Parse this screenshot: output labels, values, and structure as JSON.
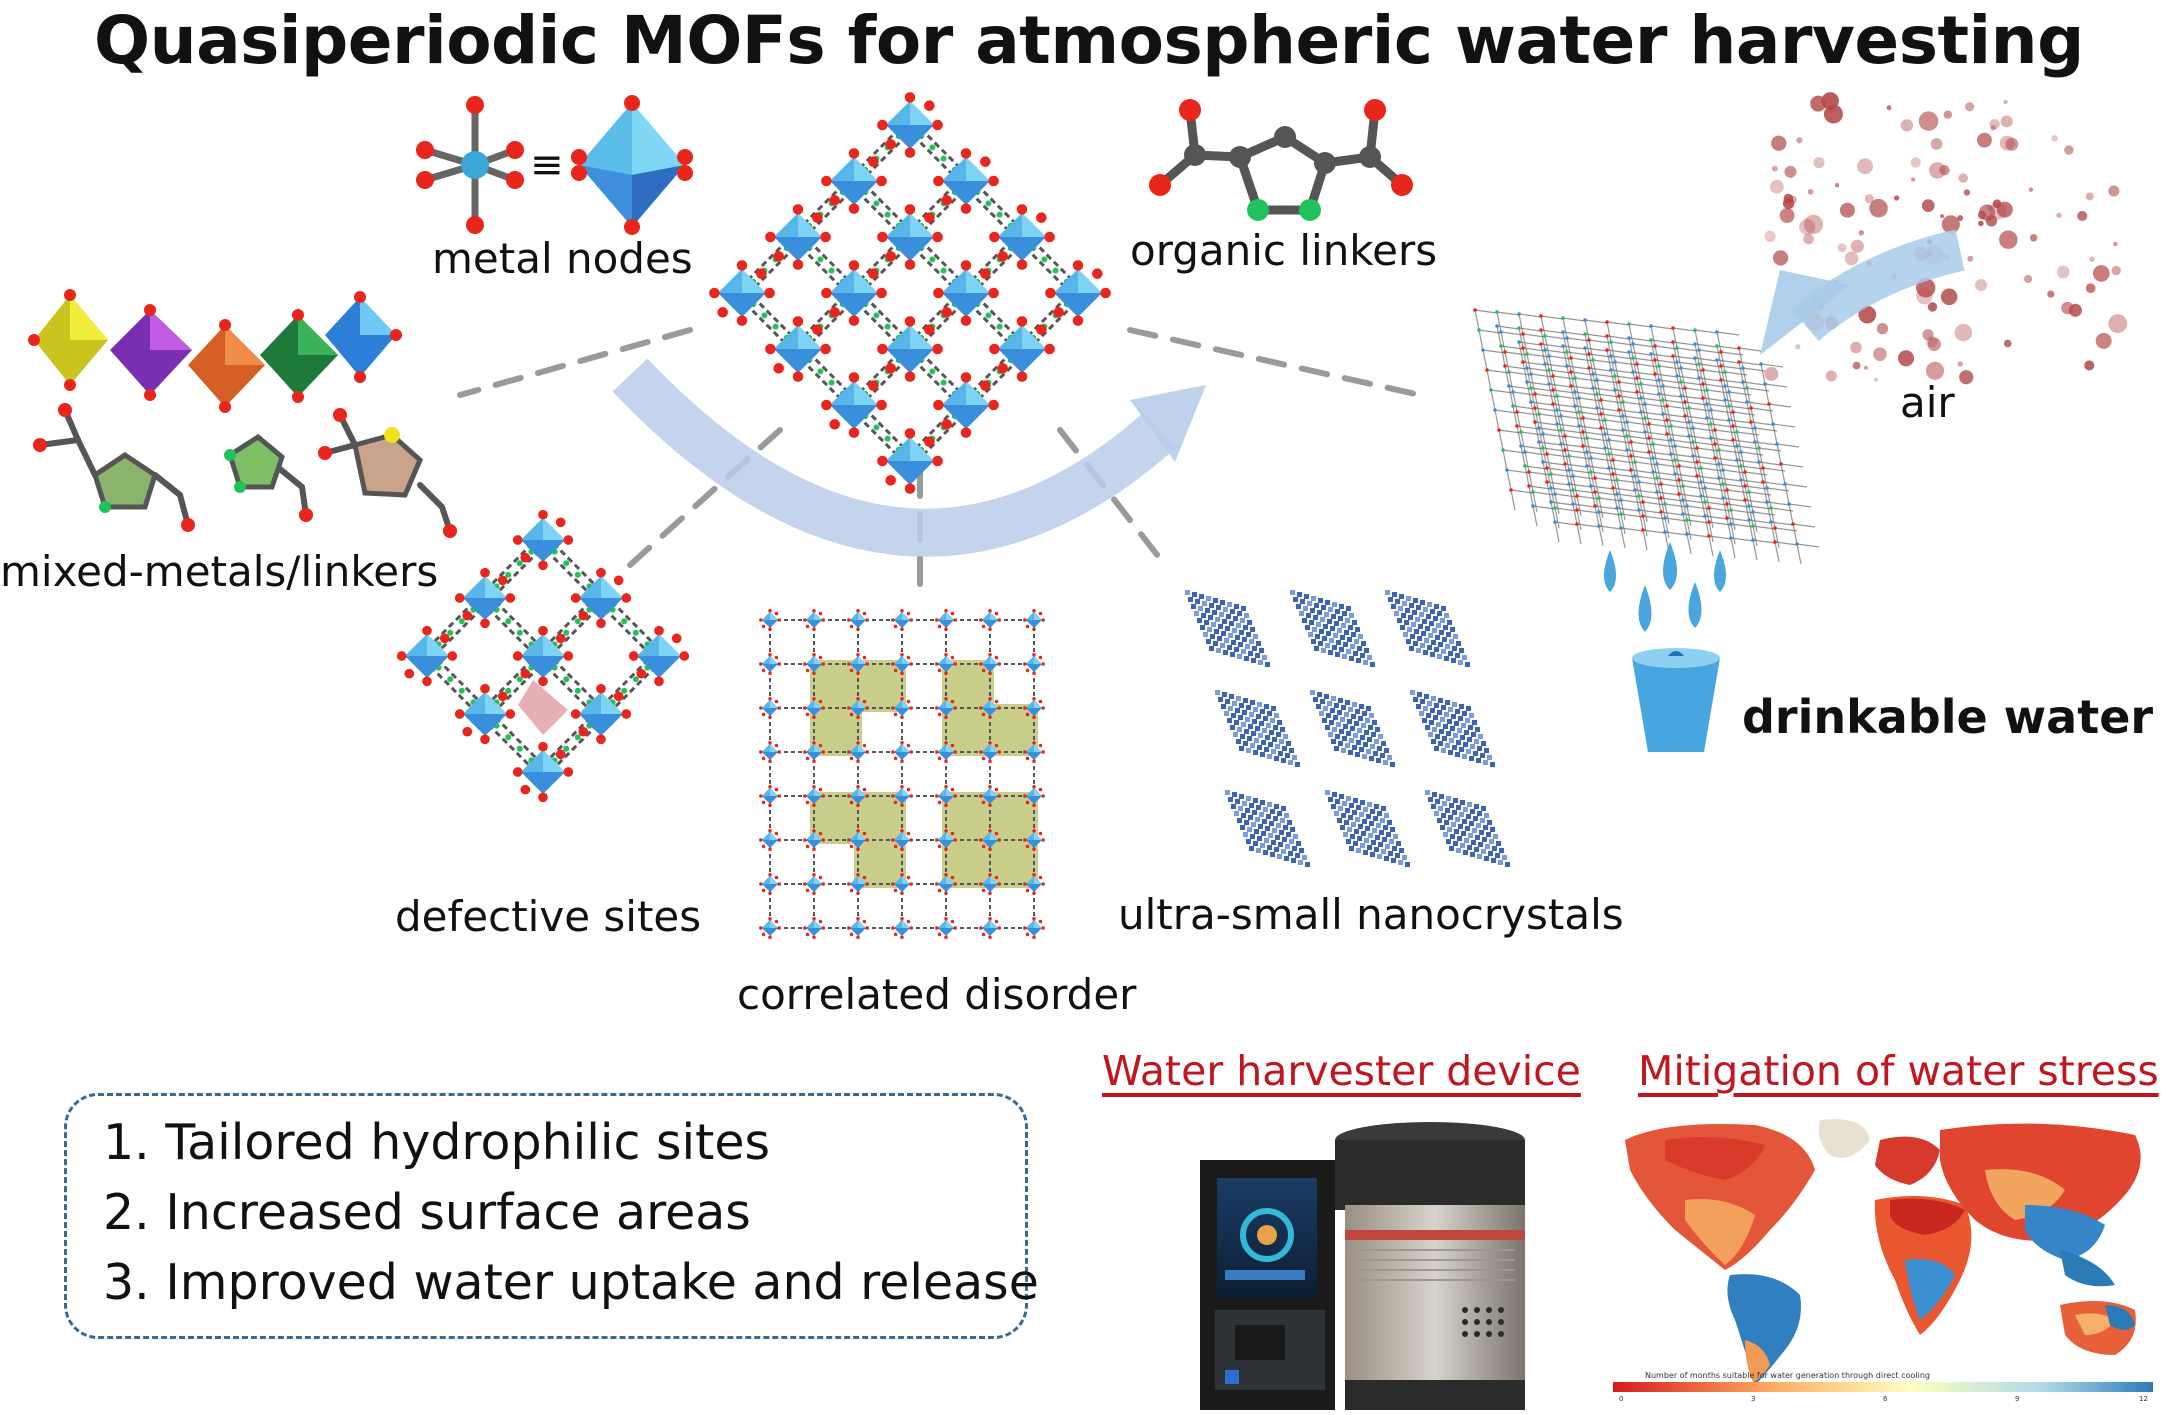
{
  "title": "Quasiperiodic MOFs for atmospheric water harvesting",
  "labels": {
    "metal_nodes": "metal nodes",
    "equiv": "≡",
    "organic_linkers": "organic linkers",
    "mixed": "mixed-metals/linkers",
    "air": "air",
    "drinkable_water": "drinkable water",
    "defective_sites": "defective sites",
    "correlated_disorder": "correlated disorder",
    "nanocrystals": "ultra-small nanocrystals"
  },
  "features": [
    "1. Tailored hydrophilic sites",
    "2. Increased surface areas",
    "3. Improved water uptake and release"
  ],
  "device_title": "Water harvester device",
  "map_title": "Mitigation of water stress",
  "map_legend": "Number of months suitable for water generation through direct cooling",
  "map_ticks": [
    "0",
    "3",
    "6",
    "9",
    "12"
  ],
  "colors": {
    "accent_red": "#c0161f",
    "node_blue": "#3d9be0",
    "oxygen_red": "#e8261c",
    "arrow_blue": "#b9cde9",
    "dash_gray": "#9a9a9a",
    "disorder_fill": "#c9cf8a",
    "water_blue": "#4aa6dd"
  }
}
